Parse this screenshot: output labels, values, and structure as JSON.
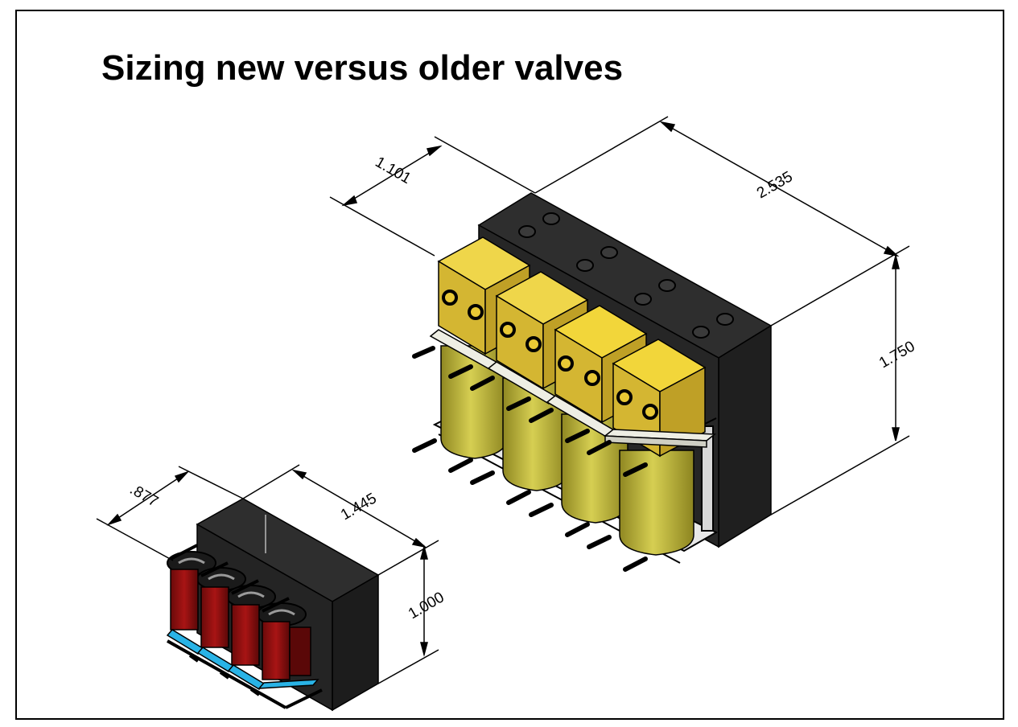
{
  "title": "Sizing new versus older valves",
  "dimensions": {
    "old_depth": "1.101",
    "old_width": "2.535",
    "old_height": "1.750",
    "new_depth": ".877",
    "new_width": "1.445",
    "new_height": "1.000"
  },
  "colors": {
    "manifold": "#2b2b2b",
    "old_coil_block": "#e6c63a",
    "old_coil_cylinder": "#b8ad2e",
    "new_valve_body": "#8c1010",
    "new_valve_base": "#29b3e6",
    "dimension_line": "#000000"
  }
}
